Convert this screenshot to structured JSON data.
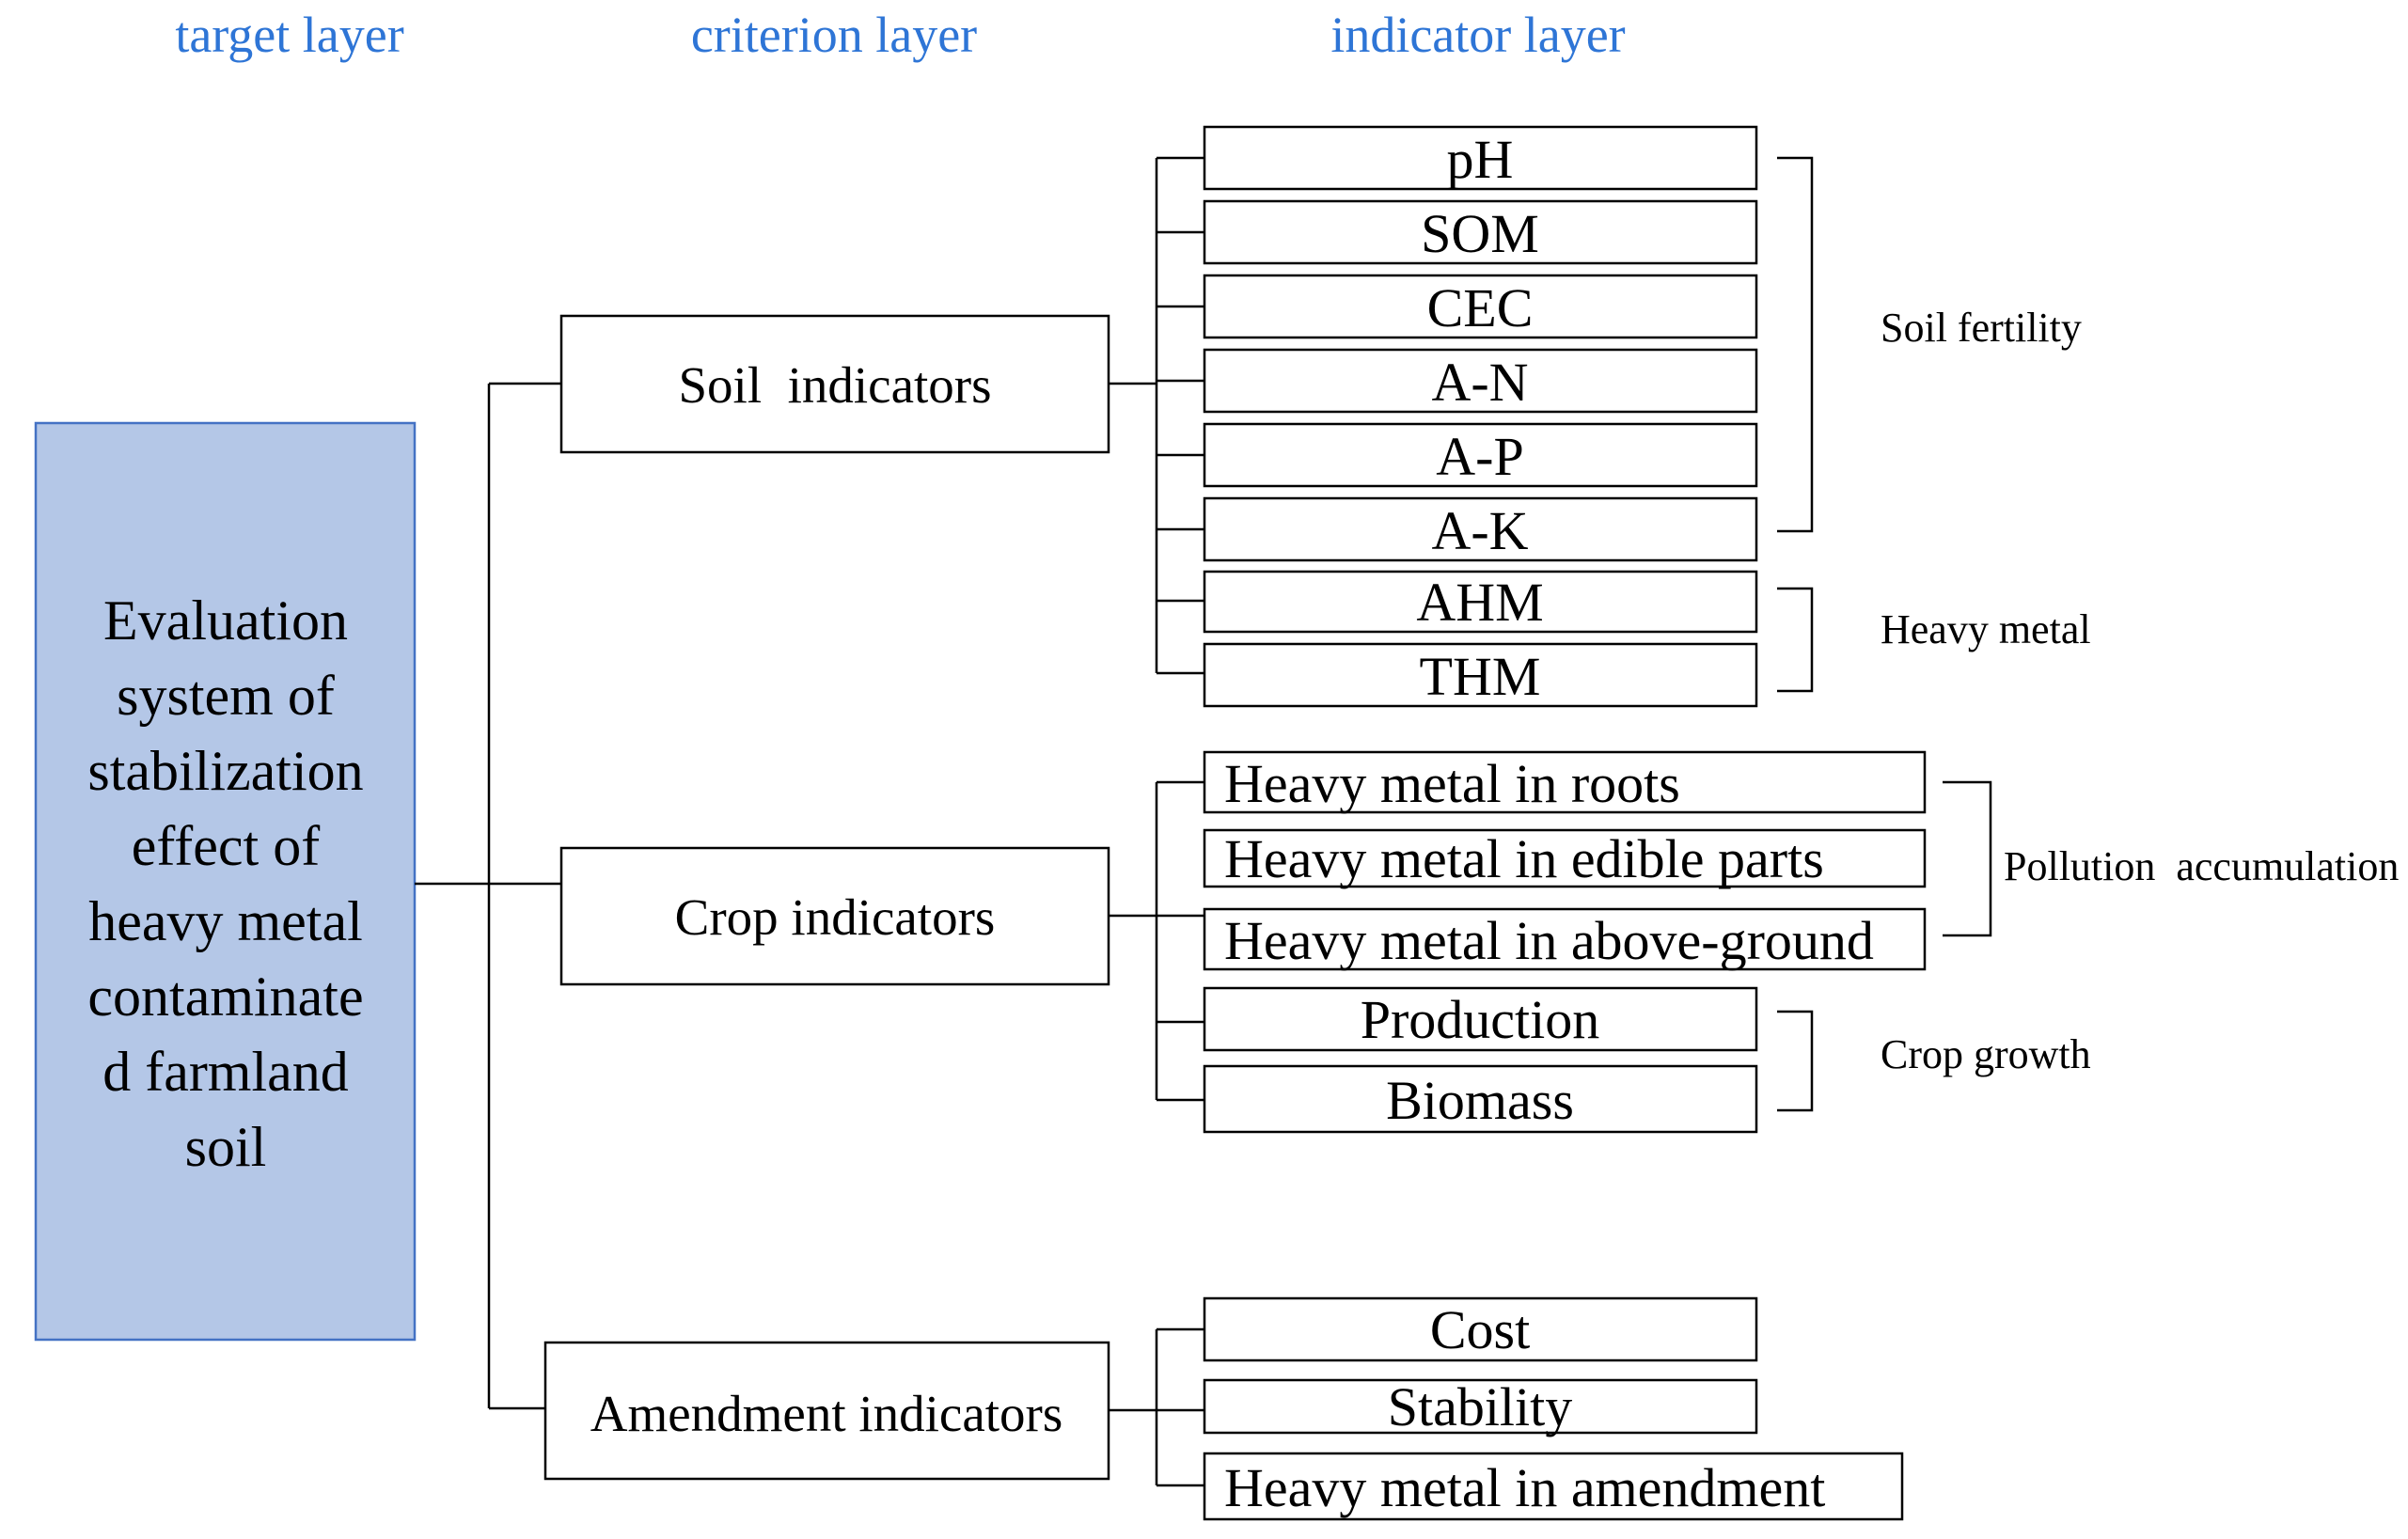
{
  "headers": {
    "target": "target layer",
    "criterion": "criterion layer",
    "indicator": "indicator layer"
  },
  "target": {
    "lines": [
      "Evaluation",
      "system of",
      "stabilization",
      "effect of",
      "heavy metal",
      "contaminate",
      "d farmland",
      "soil"
    ],
    "fill_color": "#b4c7e7",
    "border_color": "#4472c4"
  },
  "criteria": {
    "soil": "Soil  indicators",
    "crop": "Crop indicators",
    "amendment": "Amendment indicators"
  },
  "indicators": {
    "soil": [
      "pH",
      "SOM",
      "CEC",
      "A-N",
      "A-P",
      "A-K",
      "AHM",
      "THM"
    ],
    "crop": [
      "Heavy metal in roots",
      "Heavy metal in edible parts",
      "Heavy metal in above-ground",
      "Production",
      "Biomass"
    ],
    "amendment": [
      "Cost",
      "Stability",
      "Heavy metal in amendment"
    ]
  },
  "groups": {
    "soil_fertility": "Soil fertility",
    "heavy_metal": "Heavy metal",
    "pollution_accumulation": "Pollution  accumulation",
    "crop_growth": "Crop growth"
  },
  "colors": {
    "header_text": "#2e75d6"
  }
}
